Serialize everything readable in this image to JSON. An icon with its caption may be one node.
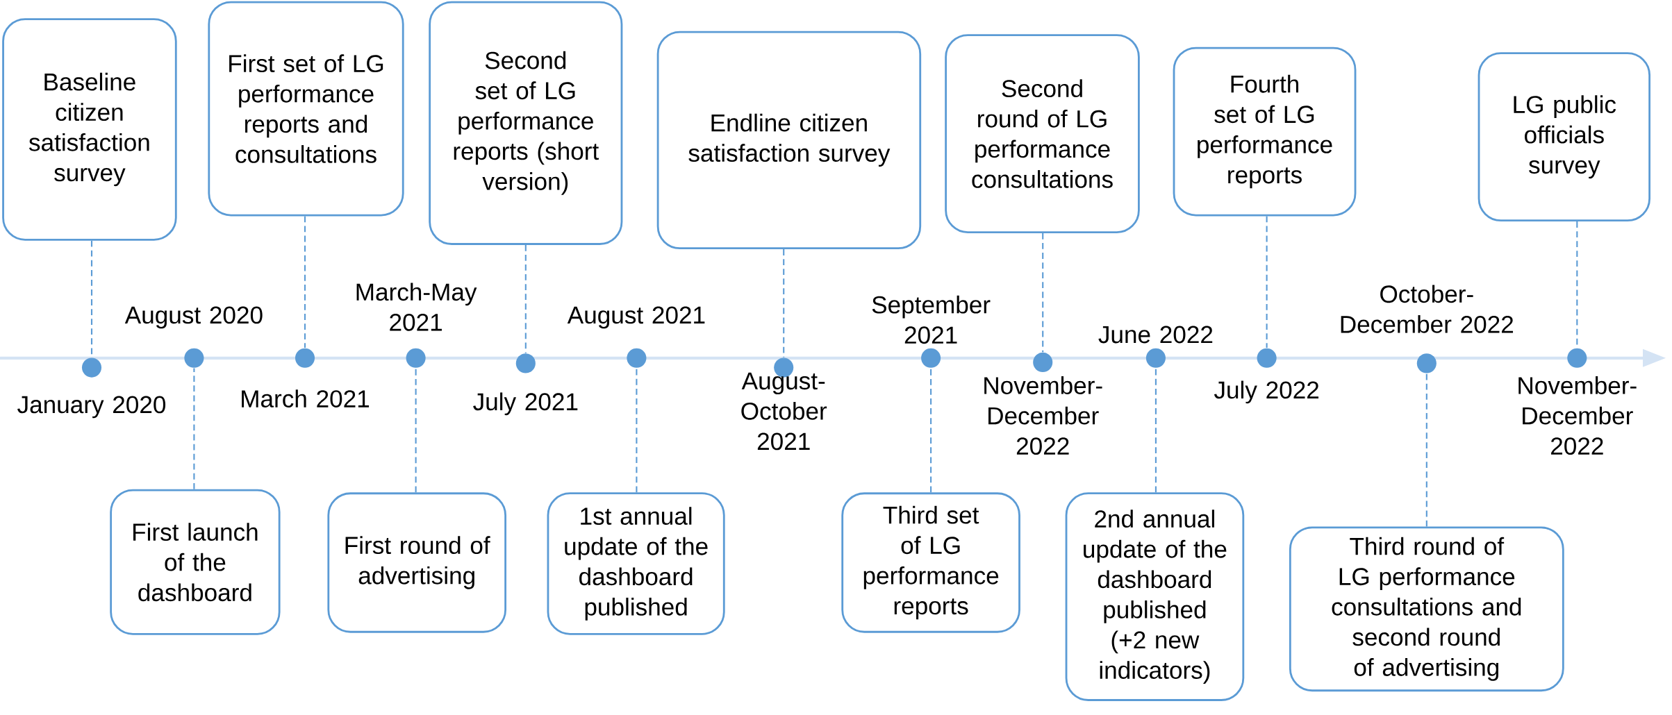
{
  "diagram": {
    "nodes": [
      {
        "text": [
          "Baseline citizen satisfaction survey"
        ]
      },
      {
        "text": [
          "First launch of the dashboard"
        ]
      },
      {
        "text": [
          "First set of LG performance reports and consultations"
        ]
      },
      {
        "text": [
          "First round of advertising"
        ]
      },
      {
        "text": [
          "Second set of LG performance reports (short version)"
        ]
      },
      {
        "text": [
          "1st annual update of the dashboard published"
        ]
      },
      {
        "text": [
          "Endline citizen satisfaction survey"
        ]
      },
      {
        "text": [
          "Third set of LG performance reports"
        ]
      },
      {
        "text": [
          "Second round of LG performance consultations"
        ]
      },
      {
        "text": [
          "2nd annual update of the dashboard published (+2 new indicators)"
        ]
      },
      {
        "text": [
          "Fourth set of LG performance reports"
        ]
      },
      {
        "text": [
          "Third round of LG performance consultations and second round of advertising"
        ]
      },
      {
        "text": [
          "LG public officials survey"
        ]
      },
      {
        "text": [],
        "shape": "circle",
        "beside": [
          "January 2020"
        ]
      },
      {
        "text": [],
        "shape": "circle",
        "beside": [
          "August 2020"
        ]
      },
      {
        "text": [],
        "shape": "circle",
        "beside": [
          "March 2021"
        ]
      },
      {
        "text": [],
        "shape": "circle",
        "beside": [
          "March-May 2021"
        ]
      },
      {
        "text": [],
        "shape": "circle",
        "beside": [
          "July 2021"
        ]
      },
      {
        "text": [],
        "shape": "circle",
        "beside": [
          "August 2021"
        ]
      },
      {
        "text": [],
        "shape": "circle",
        "beside": [
          "August-October 2021"
        ]
      },
      {
        "text": [],
        "shape": "circle",
        "beside": [
          "September 2021"
        ]
      },
      {
        "text": [],
        "shape": "circle",
        "beside": [
          "November-December 2022"
        ]
      },
      {
        "text": [],
        "shape": "circle",
        "beside": [
          "June 2022"
        ]
      },
      {
        "text": [],
        "shape": "circle",
        "beside": [
          "July 2022"
        ]
      },
      {
        "text": [],
        "shape": "circle",
        "beside": [
          "October-December 2022"
        ]
      },
      {
        "text": [],
        "shape": "circle",
        "beside": [
          "November-December 2022"
        ]
      }
    ],
    "edges": [
      {
        "from": 0,
        "to": 13,
        "arrow": "none",
        "style": "dashed"
      },
      {
        "from": 1,
        "to": 14,
        "arrow": "none",
        "style": "dashed"
      },
      {
        "from": 2,
        "to": 15,
        "arrow": "none",
        "style": "dashed"
      },
      {
        "from": 3,
        "to": 16,
        "arrow": "none",
        "style": "dashed"
      },
      {
        "from": 4,
        "to": 17,
        "arrow": "none",
        "style": "dashed"
      },
      {
        "from": 5,
        "to": 18,
        "arrow": "none",
        "style": "dashed"
      },
      {
        "from": 6,
        "to": 19,
        "arrow": "none",
        "style": "dashed"
      },
      {
        "from": 7,
        "to": 20,
        "arrow": "none",
        "style": "dashed"
      },
      {
        "from": 8,
        "to": 21,
        "arrow": "none",
        "style": "dashed"
      },
      {
        "from": 9,
        "to": 22,
        "arrow": "none",
        "style": "dashed"
      },
      {
        "from": 10,
        "to": 23,
        "arrow": "none",
        "style": "dashed"
      },
      {
        "from": 11,
        "to": 24,
        "arrow": "none",
        "style": "dashed"
      },
      {
        "from": 12,
        "to": 25,
        "arrow": "none",
        "style": "dashed"
      }
    ]
  }
}
